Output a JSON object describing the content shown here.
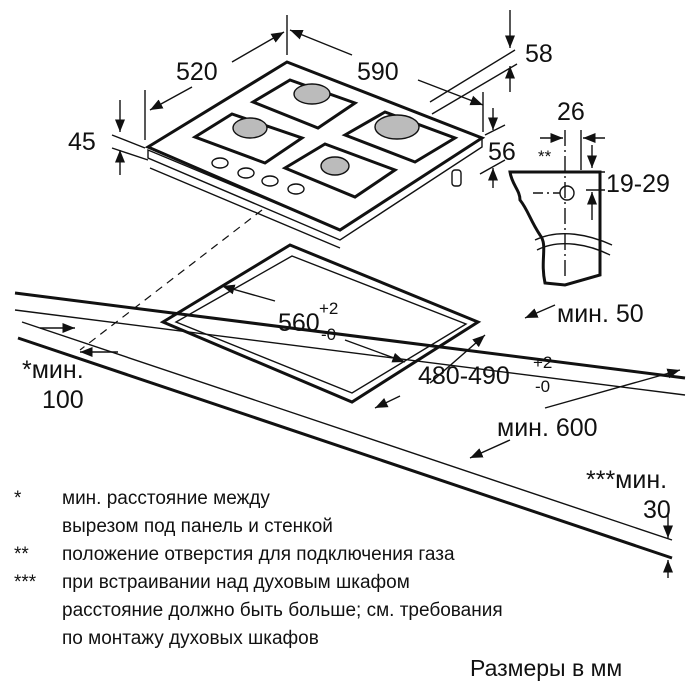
{
  "dimensions": {
    "hob_depth": "520",
    "hob_width": "590",
    "side_58": "58",
    "height_45": "45",
    "height_56": "56",
    "gas_offset": "26",
    "gas_mark": "**",
    "gas_height": "19-29",
    "cutout_width": "560",
    "cutout_width_tol_plus": "+2",
    "cutout_width_tol_minus": "-0",
    "min_50": "мин. 50",
    "min_100_label": "*мин.",
    "min_100_value": "100",
    "cutout_depth": "480-490",
    "cutout_depth_tol_plus": "+2",
    "cutout_depth_tol_minus": "-0",
    "min_600": "мин. 600",
    "min_30_label": "***мин.",
    "min_30_value": "30"
  },
  "footnotes": [
    {
      "mark": "*",
      "lines": [
        "мин. расстояние между",
        "вырезом под панель и стенкой"
      ]
    },
    {
      "mark": "**",
      "lines": [
        "положение отверстия для подключения газа"
      ]
    },
    {
      "mark": "***",
      "lines": [
        "при встраивании над духовым шкафом",
        "расстояние должно быть больше; см. требования",
        "по монтажу духовых шкафов"
      ]
    }
  ],
  "units_caption": "Размеры в мм"
}
